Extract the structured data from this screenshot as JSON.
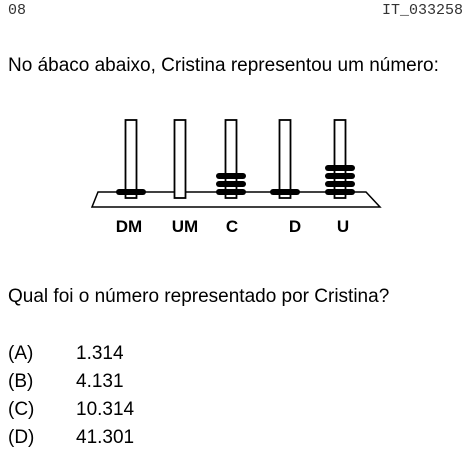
{
  "header": {
    "item_number": "08",
    "item_code": "IT_033258"
  },
  "question": {
    "text": "No ábaco abaixo, Cristina representou um número:",
    "prompt": "Qual foi o número representado por Cristina?"
  },
  "abacus": {
    "rods": [
      {
        "label": "DM",
        "beads": 1
      },
      {
        "label": "UM",
        "beads": 0
      },
      {
        "label": "C",
        "beads": 3
      },
      {
        "label": "D",
        "beads": 1
      },
      {
        "label": "U",
        "beads": 4
      }
    ]
  },
  "options": [
    {
      "letter": "(A)",
      "value": "1.314"
    },
    {
      "letter": "(B)",
      "value": "4.131"
    },
    {
      "letter": "(C)",
      "value": "10.314"
    },
    {
      "letter": "(D)",
      "value": "41.301"
    }
  ]
}
